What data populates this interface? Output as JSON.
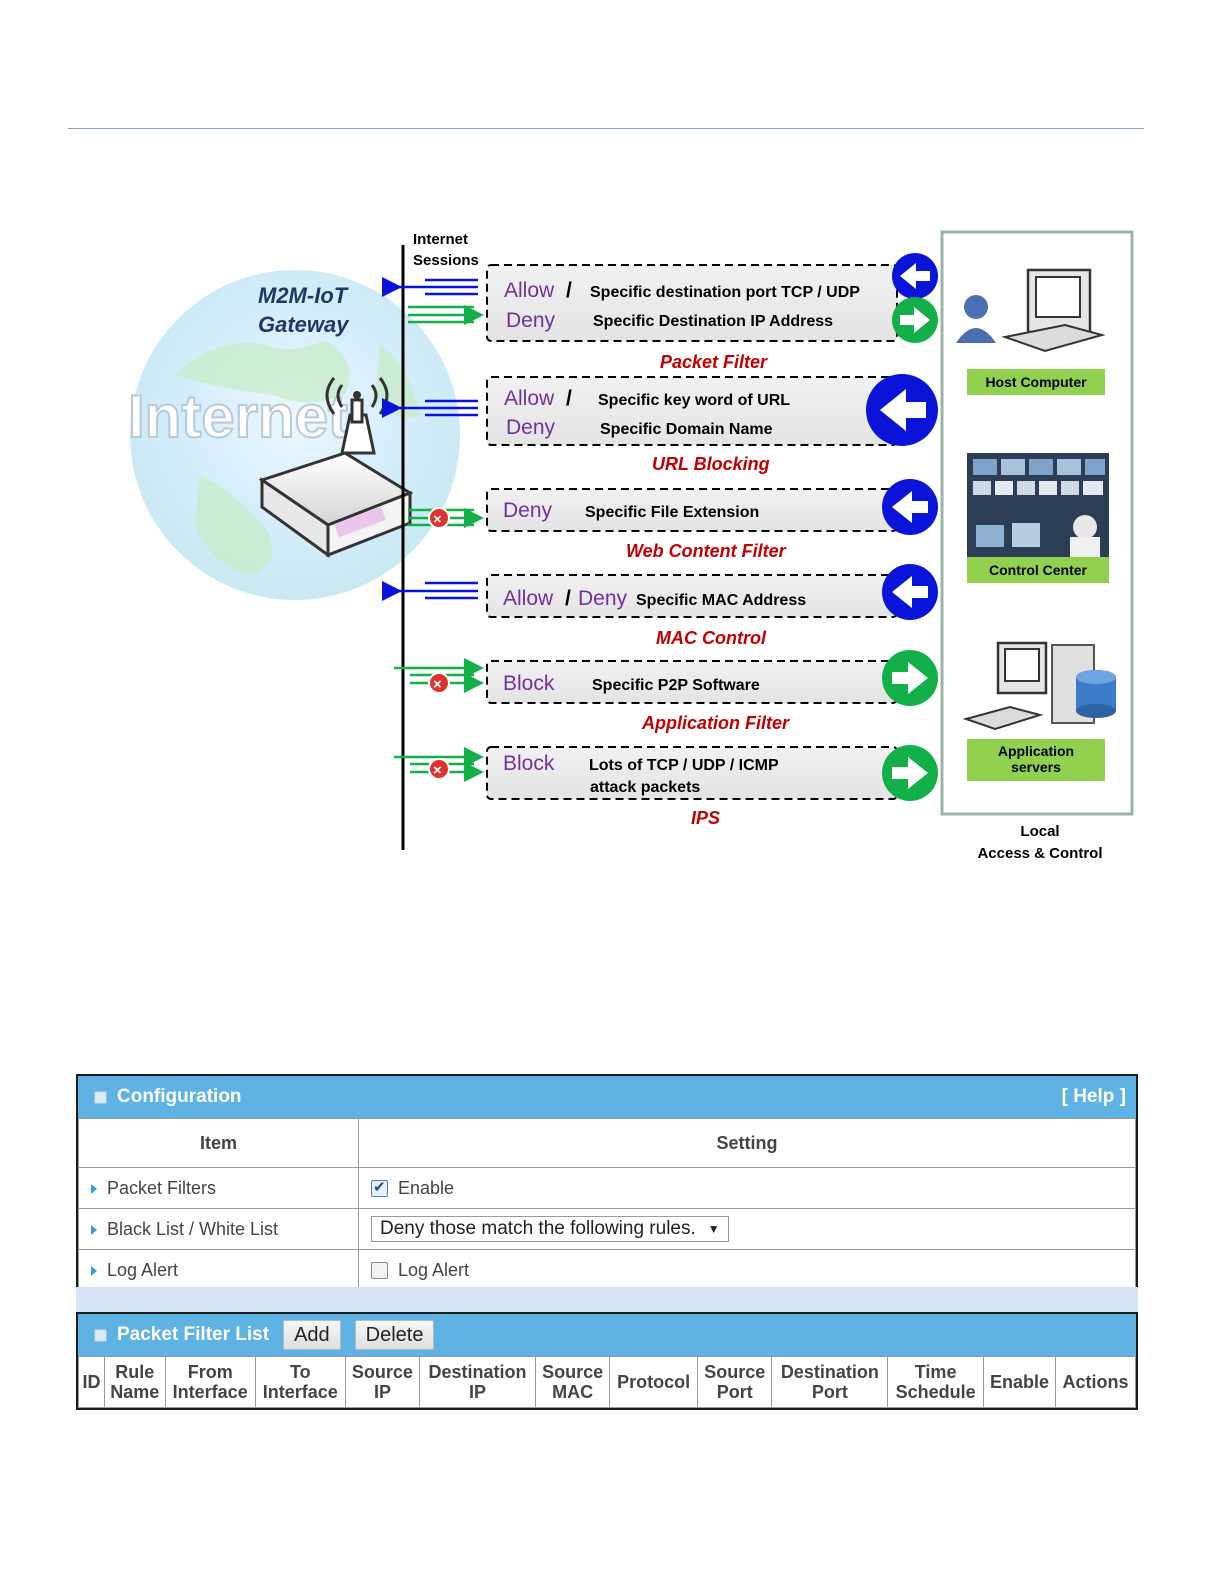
{
  "diagram": {
    "internet_sessions": [
      "Internet",
      "Sessions"
    ],
    "gateway": [
      "M2M-IoT",
      "Gateway"
    ],
    "internet_word": "Internet",
    "rows": [
      {
        "actions": [
          "Allow",
          "/",
          "Deny"
        ],
        "desc": [
          "Specific destination port TCP / UDP",
          "Specific Destination  IP Address"
        ],
        "caption": "Packet Filter"
      },
      {
        "actions": [
          "Allow",
          "/",
          "Deny"
        ],
        "desc": [
          "Specific key word of URL",
          "Specific Domain  Name"
        ],
        "caption": "URL Blocking"
      },
      {
        "actions": [
          "Deny"
        ],
        "desc": [
          "Specific File Extension"
        ],
        "caption": "Web Content Filter"
      },
      {
        "actions": [
          "Allow",
          "/",
          "Deny"
        ],
        "desc": [
          "Specific MAC Address"
        ],
        "caption": "MAC Control"
      },
      {
        "actions": [
          "Block"
        ],
        "desc": [
          "Specific P2P Software"
        ],
        "caption": "Application Filter"
      },
      {
        "actions": [
          "Block"
        ],
        "desc": [
          "Lots of TCP / UDP / ICMP",
          "attack packets"
        ],
        "caption": "IPS"
      }
    ],
    "local_labels": {
      "host": "Host Computer",
      "control": "Control Center",
      "app": [
        "Application",
        "servers"
      ]
    },
    "local_caption": [
      "Local",
      "Access & Control"
    ],
    "colors": {
      "purple": "#7030a0",
      "red": "#c00000",
      "blue": "#0a14d8",
      "green": "#13b04a",
      "label_bg": "#92d050"
    }
  },
  "config": {
    "title": "Configuration",
    "help": "[ Help ]",
    "col_item": "Item",
    "col_setting": "Setting",
    "rows": {
      "packet_filters": {
        "label": "Packet Filters",
        "value": "Enable",
        "checked": true
      },
      "black_white": {
        "label": "Black List / White List",
        "value": "Deny those match the following rules."
      },
      "log_alert": {
        "label": "Log Alert",
        "value": "Log Alert",
        "checked": false
      }
    }
  },
  "filter_list": {
    "title": "Packet Filter List",
    "add_label": "Add",
    "delete_label": "Delete",
    "columns": [
      [
        "ID"
      ],
      [
        "Rule",
        "Name"
      ],
      [
        "From",
        "Interface"
      ],
      [
        "To",
        "Interface"
      ],
      [
        "Source",
        "IP"
      ],
      [
        "Destination",
        "IP"
      ],
      [
        "Source",
        "MAC"
      ],
      [
        "Protocol"
      ],
      [
        "Source",
        "Port"
      ],
      [
        "Destination",
        "Port"
      ],
      [
        "Time",
        "Schedule"
      ],
      [
        "Enable"
      ],
      [
        "Actions"
      ]
    ]
  }
}
